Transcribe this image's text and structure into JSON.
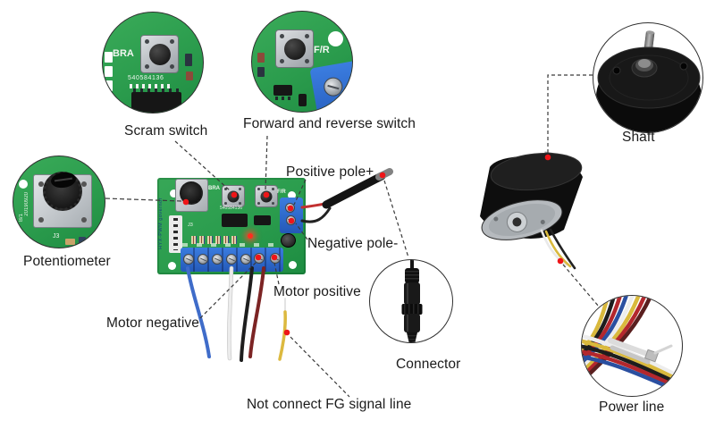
{
  "diagram": {
    "callouts": {
      "scram_switch": "Scram switch",
      "forward_reverse": "Forward and reverse switch",
      "potentiometer": "Potentiometer",
      "positive_pole": "Positive pole+",
      "negative_pole": "Negative pole-",
      "motor_positive": "Motor positive",
      "motor_negative": "Motor negative",
      "fg_signal": "Not connect FG signal line",
      "connector": "Connector",
      "shaft": "Shaft",
      "power_line": "Power line"
    },
    "board_text": {
      "brand": "BRA",
      "serial": "540584136",
      "fr_marking": "F/R",
      "j3": "J3",
      "model": "HYX-PWM governor",
      "pot_rev": "B/1",
      "pot_date": "20190920"
    },
    "colors": {
      "pcb_green": "#2b9c4d",
      "terminal_blue": "#2e6fd2",
      "marker_red": "#ee1518",
      "leader_line": "#3a3a3a",
      "wire_blue": "#3f6cc9",
      "wire_white": "#ececec",
      "wire_black": "#1e1e1e",
      "wire_maroon": "#7c2424",
      "wire_yellow": "#dcb93f",
      "wire_red": "#c23030"
    }
  }
}
